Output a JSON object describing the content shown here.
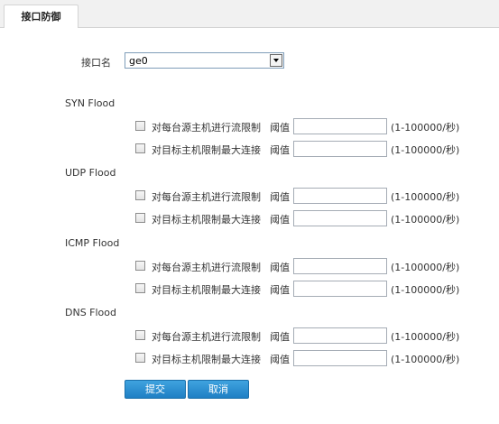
{
  "tab": {
    "label": "接口防御"
  },
  "interface": {
    "label": "接口名",
    "value": "ge0"
  },
  "sections": [
    {
      "title": "SYN Flood",
      "rows": [
        {
          "desc": "对每台源主机进行流限制",
          "thr_label": "阈值",
          "value": "",
          "range": "(1-100000/秒)"
        },
        {
          "desc": "对目标主机限制最大连接",
          "thr_label": "阈值",
          "value": "",
          "range": "(1-100000/秒)"
        }
      ]
    },
    {
      "title": "UDP Flood",
      "rows": [
        {
          "desc": "对每台源主机进行流限制",
          "thr_label": "阈值",
          "value": "",
          "range": "(1-100000/秒)"
        },
        {
          "desc": "对目标主机限制最大连接",
          "thr_label": "阈值",
          "value": "",
          "range": "(1-100000/秒)"
        }
      ]
    },
    {
      "title": "ICMP Flood",
      "rows": [
        {
          "desc": "对每台源主机进行流限制",
          "thr_label": "阈值",
          "value": "",
          "range": "(1-100000/秒)"
        },
        {
          "desc": "对目标主机限制最大连接",
          "thr_label": "阈值",
          "value": "",
          "range": "(1-100000/秒)"
        }
      ]
    },
    {
      "title": "DNS Flood",
      "rows": [
        {
          "desc": "对每台源主机进行流限制",
          "thr_label": "阈值",
          "value": "",
          "range": "(1-100000/秒)"
        },
        {
          "desc": "对目标主机限制最大连接",
          "thr_label": "阈值",
          "value": "",
          "range": "(1-100000/秒)"
        }
      ]
    }
  ],
  "buttons": {
    "submit": "提交",
    "cancel": "取消"
  }
}
